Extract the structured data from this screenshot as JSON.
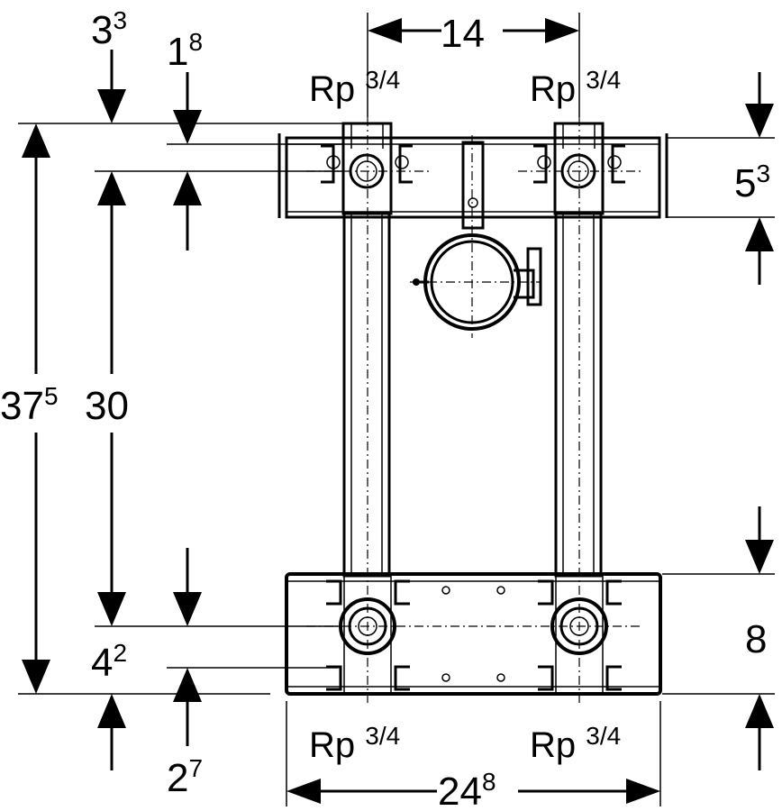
{
  "dimensions": {
    "top_width": {
      "main": "14",
      "sup": ""
    },
    "bottom_width": {
      "main": "24",
      "sup": "8"
    },
    "total_height": {
      "main": "37",
      "sup": "5"
    },
    "inlet_spacing": {
      "main": "30",
      "sup": ""
    },
    "top_offset_a": {
      "main": "3",
      "sup": "3"
    },
    "top_offset_b": {
      "main": "1",
      "sup": "8"
    },
    "top_bracket_height": {
      "main": "5",
      "sup": "3"
    },
    "bottom_box_height": {
      "main": "8",
      "sup": ""
    },
    "bottom_offset_a": {
      "main": "4",
      "sup": "2"
    },
    "bottom_offset_b": {
      "main": "2",
      "sup": "7"
    }
  },
  "thread_labels": {
    "top_left": {
      "main": "Rp ",
      "frac": "3/4"
    },
    "top_right": {
      "main": "Rp ",
      "frac": "3/4"
    },
    "bottom_left": {
      "main": "Rp ",
      "frac": "3/4"
    },
    "bottom_right": {
      "main": "Rp ",
      "frac": "3/4"
    }
  }
}
